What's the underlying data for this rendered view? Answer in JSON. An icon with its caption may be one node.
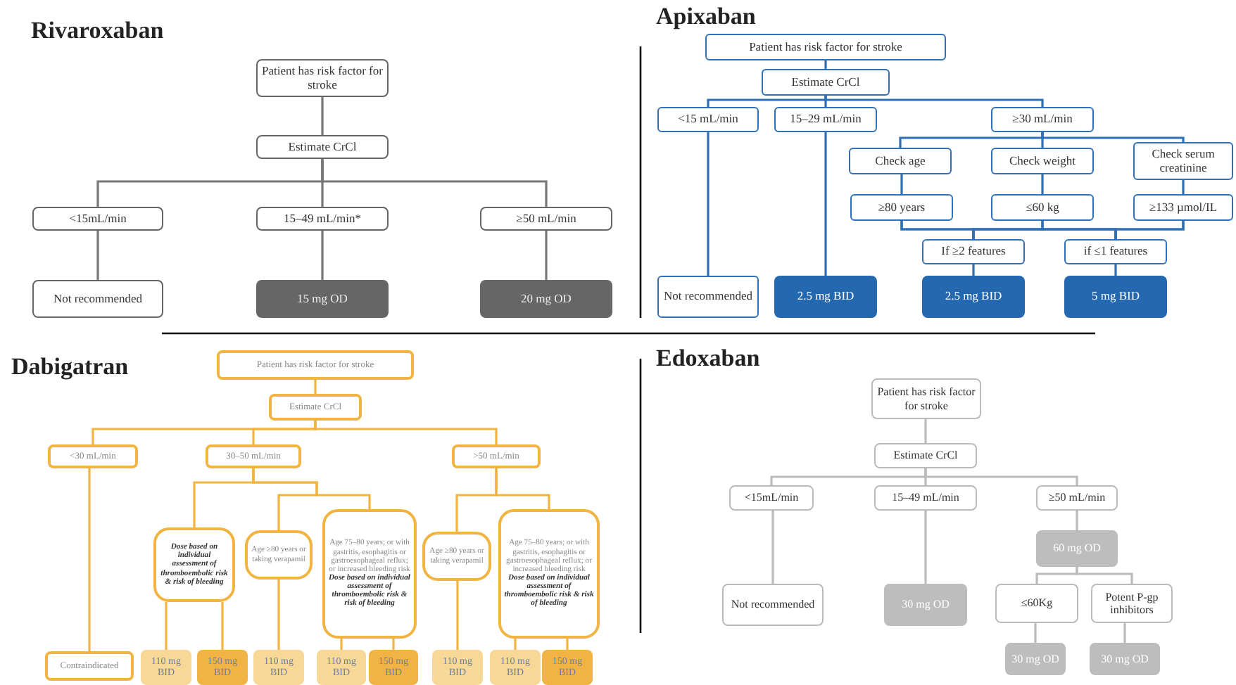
{
  "diagram": {
    "nodes": [
      {
        "text": [
          "Patient has risk factor for stroke"
        ]
      },
      {
        "text": [
          "Estimate CrCl"
        ]
      },
      {
        "text": [
          "<15mL/min"
        ]
      },
      {
        "text": [
          "15–49 mL/min*"
        ]
      },
      {
        "text": [
          "≥50 mL/min"
        ]
      },
      {
        "text": [
          "Not recommended"
        ]
      },
      {
        "text": [
          "15 mg OD"
        ]
      },
      {
        "text": [
          "20 mg OD"
        ]
      },
      {
        "text": [
          "Patient has risk factor for stroke"
        ]
      },
      {
        "text": [
          "Estimate CrCl"
        ]
      },
      {
        "text": [
          "<15 mL/min"
        ]
      },
      {
        "text": [
          "15–29 mL/min"
        ]
      },
      {
        "text": [
          "≥30 mL/min"
        ]
      },
      {
        "text": [
          "Check age"
        ]
      },
      {
        "text": [
          "Check weight"
        ]
      },
      {
        "text": [
          "Check serum creatinine"
        ]
      },
      {
        "text": [
          "≥80 years"
        ]
      },
      {
        "text": [
          "≤60 kg"
        ]
      },
      {
        "text": [
          "≥133 µmol/IL"
        ]
      },
      {
        "text": [
          "If ≥2 features"
        ]
      },
      {
        "text": [
          "if ≤1 features"
        ]
      },
      {
        "text": [
          "Not recommended"
        ]
      },
      {
        "text": [
          "2.5 mg BID"
        ]
      },
      {
        "text": [
          "2.5 mg BID"
        ]
      },
      {
        "text": [
          "5 mg BID"
        ]
      },
      {
        "text": [
          "Patient has risk factor for stroke"
        ]
      },
      {
        "text": [
          "Estimate CrCl"
        ]
      },
      {
        "text": [
          "<30 mL/min"
        ]
      },
      {
        "text": [
          "30–50 mL/min"
        ]
      },
      {
        "text": [
          ">50 mL/min"
        ]
      },
      {
        "text": [
          "Dose based on individual assessment of thromboembolic risk & risk of bleeding"
        ]
      },
      {
        "text": [
          "Age ≥80 years or taking verapamil"
        ]
      },
      {
        "text": [
          "Age 75–80 years; or with gastritis, esophagitis or gastroesophageal reflux; or increased bleeding risk",
          "Dose based on individual assessment of thromboembolic risk & risk of bleeding"
        ]
      },
      {
        "text": [
          "Age ≥80 years or taking verapamil"
        ]
      },
      {
        "text": [
          "Age 75–80 years; or with gastritis, esophagitis or gastroesophageal reflux; or increased bleeding risk",
          "Dose based on individual assessment of thromboembolic risk & risk of bleeding"
        ]
      },
      {
        "text": [
          "Contraindicated"
        ]
      },
      {
        "text": [
          "110 mg BID"
        ]
      },
      {
        "text": [
          "150 mg BID"
        ]
      },
      {
        "text": [
          "110 mg BID"
        ]
      },
      {
        "text": [
          "110 mg BID"
        ]
      },
      {
        "text": [
          "150 mg BID"
        ]
      },
      {
        "text": [
          "110 mg BID"
        ]
      },
      {
        "text": [
          "110 mg BID"
        ]
      },
      {
        "text": [
          "150 mg BID"
        ]
      },
      {
        "text": [
          "Patient has risk factor for stroke"
        ]
      },
      {
        "text": [
          "Estimate CrCl"
        ]
      },
      {
        "text": [
          "<15mL/min"
        ]
      },
      {
        "text": [
          "15–49 mL/min"
        ]
      },
      {
        "text": [
          "≥50 mL/min"
        ]
      },
      {
        "text": [
          "60 mg OD"
        ]
      },
      {
        "text": [
          "Not recommended"
        ]
      },
      {
        "text": [
          "30 mg OD"
        ]
      },
      {
        "text": [
          "≤60Kg"
        ]
      },
      {
        "text": [
          "Potent P-gp inhibitors"
        ]
      },
      {
        "text": [
          "30 mg OD"
        ]
      },
      {
        "text": [
          "30 mg OD"
        ]
      }
    ],
    "edges": [
      {
        "from": 0,
        "to": 1,
        "arrow": "none",
        "color": "#777777"
      },
      {
        "from": 1,
        "to": 2,
        "arrow": "none",
        "color": "#777777"
      },
      {
        "from": 1,
        "to": 3,
        "arrow": "none",
        "color": "#777777"
      },
      {
        "from": 1,
        "to": 4,
        "arrow": "none",
        "color": "#777777"
      },
      {
        "from": 2,
        "to": 5,
        "arrow": "none",
        "color": "#777777"
      },
      {
        "from": 3,
        "to": 6,
        "arrow": "none",
        "color": "#777777"
      },
      {
        "from": 4,
        "to": 7,
        "arrow": "none",
        "color": "#777777"
      },
      {
        "from": 8,
        "to": 9,
        "arrow": "none"
      },
      {
        "from": 9,
        "to": 10,
        "arrow": "none"
      },
      {
        "from": 9,
        "to": 11,
        "arrow": "none"
      },
      {
        "from": 9,
        "to": 12,
        "arrow": "none"
      },
      {
        "from": 10,
        "to": 21,
        "arrow": "none"
      },
      {
        "from": 11,
        "to": 22,
        "arrow": "none"
      },
      {
        "from": 12,
        "to": 13,
        "arrow": "none"
      },
      {
        "from": 12,
        "to": 14,
        "arrow": "none"
      },
      {
        "from": 12,
        "to": 15,
        "arrow": "none"
      },
      {
        "from": 13,
        "to": 16,
        "arrow": "none"
      },
      {
        "from": 14,
        "to": 17,
        "arrow": "none"
      },
      {
        "from": 15,
        "to": 18,
        "arrow": "none"
      },
      {
        "from": 16,
        "to": 19,
        "arrow": "none"
      },
      {
        "from": 16,
        "to": 20,
        "arrow": "none"
      },
      {
        "from": 17,
        "to": 19,
        "arrow": "none"
      },
      {
        "from": 17,
        "to": 20,
        "arrow": "none"
      },
      {
        "from": 18,
        "to": 19,
        "arrow": "none"
      },
      {
        "from": 18,
        "to": 20,
        "arrow": "none"
      },
      {
        "from": 19,
        "to": 23,
        "arrow": "none"
      },
      {
        "from": 20,
        "to": 24,
        "arrow": "none"
      },
      {
        "from": 25,
        "to": 26,
        "arrow": "none",
        "color": "#f2b441"
      },
      {
        "from": 26,
        "to": 27,
        "arrow": "none",
        "color": "#f2b441"
      },
      {
        "from": 26,
        "to": 28,
        "arrow": "none",
        "color": "#f2b441"
      },
      {
        "from": 26,
        "to": 29,
        "arrow": "none",
        "color": "#f2b441"
      },
      {
        "from": 27,
        "to": 35,
        "arrow": "none",
        "color": "#f2b441"
      },
      {
        "from": 28,
        "to": 30,
        "arrow": "none",
        "color": "#f2b441"
      },
      {
        "from": 28,
        "to": 31,
        "arrow": "none",
        "color": "#f2b441"
      },
      {
        "from": 28,
        "to": 32,
        "arrow": "none",
        "color": "#f2b441"
      },
      {
        "from": 29,
        "to": 33,
        "arrow": "none",
        "color": "#f2b441"
      },
      {
        "from": 29,
        "to": 34,
        "arrow": "none",
        "color": "#f2b441"
      },
      {
        "from": 30,
        "to": 36,
        "arrow": "none",
        "color": "#f2b441"
      },
      {
        "from": 30,
        "to": 37,
        "arrow": "none",
        "color": "#f2b441"
      },
      {
        "from": 31,
        "to": 38,
        "arrow": "none",
        "color": "#f2b441"
      },
      {
        "from": 32,
        "to": 39,
        "arrow": "none",
        "color": "#f2b441"
      },
      {
        "from": 32,
        "to": 40,
        "arrow": "none",
        "color": "#f2b441"
      },
      {
        "from": 33,
        "to": 41,
        "arrow": "none",
        "color": "#f2b441"
      },
      {
        "from": 34,
        "to": 42,
        "arrow": "none",
        "color": "#f2b441"
      },
      {
        "from": 34,
        "to": 43,
        "arrow": "none",
        "color": "#f2b441"
      },
      {
        "from": 44,
        "to": 45,
        "arrow": "none",
        "color": "#bbbbbb"
      },
      {
        "from": 45,
        "to": 46,
        "arrow": "none",
        "color": "#bbbbbb"
      },
      {
        "from": 45,
        "to": 47,
        "arrow": "none",
        "color": "#bbbbbb"
      },
      {
        "from": 45,
        "to": 48,
        "arrow": "none",
        "color": "#bbbbbb"
      },
      {
        "from": 46,
        "to": 50,
        "arrow": "none",
        "color": "#bbbbbb"
      },
      {
        "from": 47,
        "to": 51,
        "arrow": "none",
        "color": "#bbbbbb"
      },
      {
        "from": 48,
        "to": 49,
        "arrow": "none",
        "color": "#bbbbbb"
      },
      {
        "from": 49,
        "to": 52,
        "arrow": "none",
        "color": "#bbbbbb"
      },
      {
        "from": 49,
        "to": 53,
        "arrow": "none",
        "color": "#bbbbbb"
      },
      {
        "from": 52,
        "to": 54,
        "arrow": "none",
        "color": "#bbbbbb"
      },
      {
        "from": 53,
        "to": 55,
        "arrow": "none",
        "color": "#bbbbbb"
      }
    ],
    "labels": [
      "Rivaroxaban",
      "Apixaban",
      "Dabigatran",
      "Edoxaban"
    ]
  }
}
